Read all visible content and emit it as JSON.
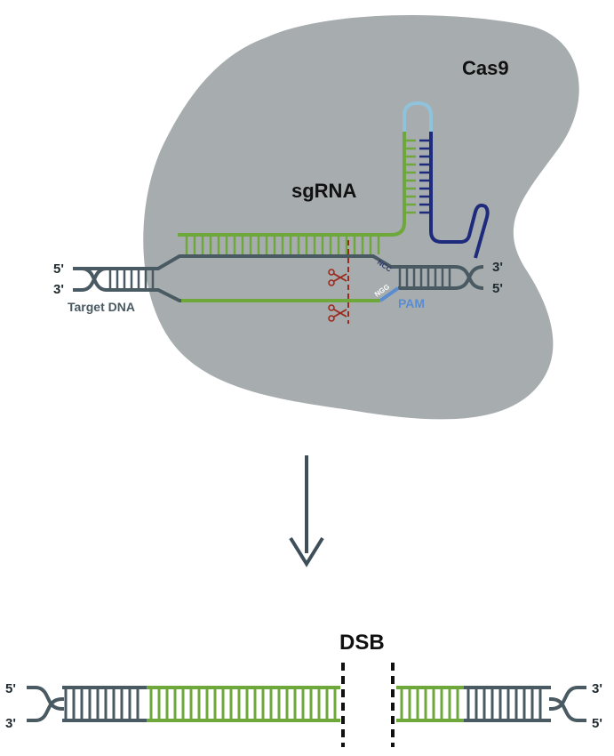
{
  "labels": {
    "cas9": "Cas9",
    "sgrna": "sgRNA",
    "target_dna": "Target DNA",
    "pam": "PAM",
    "ncc": "NCC",
    "ngg": "NGG",
    "dsb": "DSB",
    "top_left_5p": "5'",
    "top_left_3p": "3'",
    "top_right_3p": "3'",
    "top_right_5p": "5'",
    "bottom_left_5p": "5'",
    "bottom_left_3p": "3'",
    "bottom_right_3p": "3'",
    "bottom_right_5p": "5'"
  },
  "colors": {
    "cas9_body": "#a7adaf",
    "dna_strand": "#4a5a63",
    "sgrna_green": "#6ea83b",
    "loop_light_blue": "#8fc3db",
    "stem_dark_blue": "#1e2a7c",
    "pam_blue": "#5b8ccf",
    "scissors_red": "#9b2a1e",
    "arrow": "#3f4f5a",
    "text_dark": "#1f2a30"
  },
  "icons": [
    "scissors-icon",
    "down-arrow-icon"
  ]
}
